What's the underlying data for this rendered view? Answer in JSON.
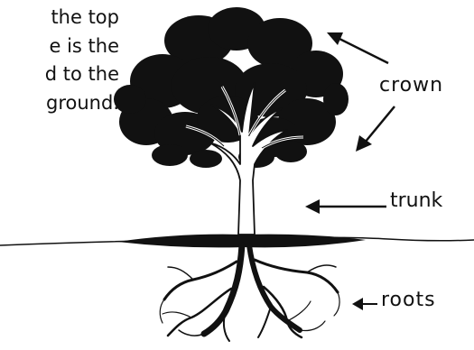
{
  "passage": {
    "lines": [
      "the top",
      "e is the",
      "d to the",
      "ground."
    ]
  },
  "labels": {
    "crown": "crown",
    "trunk": "trunk",
    "roots": "roots"
  },
  "colors": {
    "ink": "#111111",
    "trunk_fill": "#ffffff",
    "background": "#ffffff"
  }
}
